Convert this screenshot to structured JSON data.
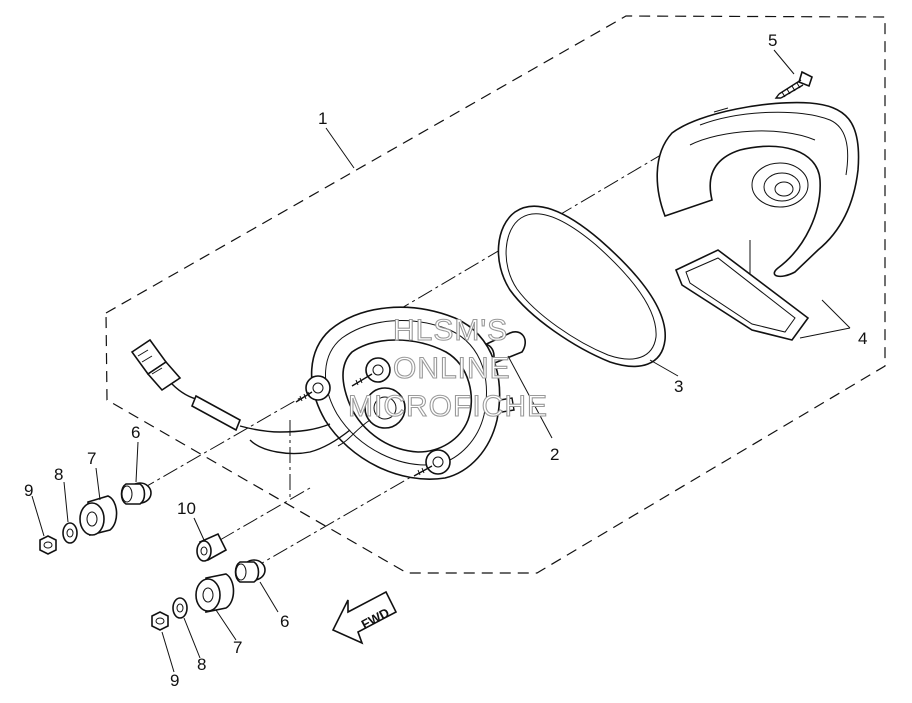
{
  "watermark": {
    "line1": "HLSM'S",
    "line2": "ONLINE",
    "line3": "MICROFICHE"
  },
  "direction_label": "FWD",
  "callouts": {
    "c1": "1",
    "c2": "2",
    "c3": "3",
    "c4": "4",
    "c5": "5",
    "c6a": "6",
    "c6b": "6",
    "c7a": "7",
    "c7b": "7",
    "c8a": "8",
    "c8b": "8",
    "c9a": "9",
    "c9b": "9",
    "c10": "10"
  }
}
